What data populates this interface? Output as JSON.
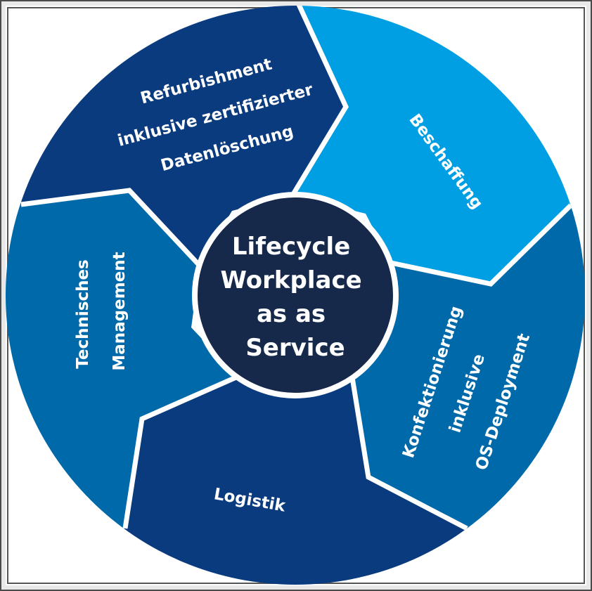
{
  "center": {
    "lines": [
      "Lifecycle",
      "Workplace",
      "as as",
      "Service"
    ]
  },
  "segments": [
    {
      "id": "refurbishment",
      "lines": [
        "Refurbishment",
        "inklusive zertifizierter",
        "Datenlöschung"
      ]
    },
    {
      "id": "beschaffung",
      "lines": [
        "Beschaffung"
      ]
    },
    {
      "id": "konfektionierung",
      "lines": [
        "Konfektionierung",
        "inklusive",
        "OS-Deployment"
      ]
    },
    {
      "id": "logistik",
      "lines": [
        "Logistik"
      ]
    },
    {
      "id": "technisches",
      "lines": [
        "Technisches",
        "Management"
      ]
    }
  ],
  "colors": {
    "dark_navy": "#16294a",
    "navy": "#0a3b7e",
    "blue": "#0069aa",
    "light_blue": "#009fe3",
    "separator": "#ffffff"
  }
}
